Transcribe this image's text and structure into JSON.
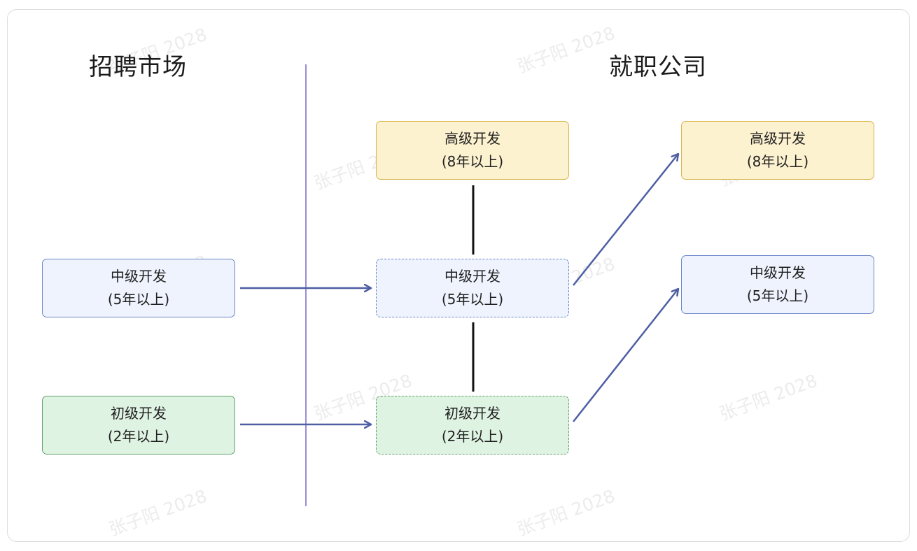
{
  "headings": {
    "left": "招聘市场",
    "right": "就职公司"
  },
  "watermark": "张子阳 2028",
  "market": {
    "mid": {
      "title": "中级开发",
      "sub": "(5年以上)"
    },
    "junior": {
      "title": "初级开发",
      "sub": "(2年以上)"
    }
  },
  "ladder": {
    "senior": {
      "title": "高级开发",
      "sub": "(8年以上)"
    },
    "mid": {
      "title": "中级开发",
      "sub": "(5年以上)"
    },
    "junior": {
      "title": "初级开发",
      "sub": "(2年以上)"
    }
  },
  "company": {
    "senior": {
      "title": "高级开发",
      "sub": "(8年以上)"
    },
    "mid": {
      "title": "中级开发",
      "sub": "(5年以上)"
    }
  },
  "colors": {
    "senior_fill": "#fdf2d0",
    "senior_border": "#d9b24a",
    "mid_fill": "#eef3fd",
    "mid_border": "#6b85c8",
    "junior_fill": "#dff3e3",
    "junior_border": "#5da16a",
    "arrow": "#4e5fa3",
    "divider": "#8070cc"
  }
}
